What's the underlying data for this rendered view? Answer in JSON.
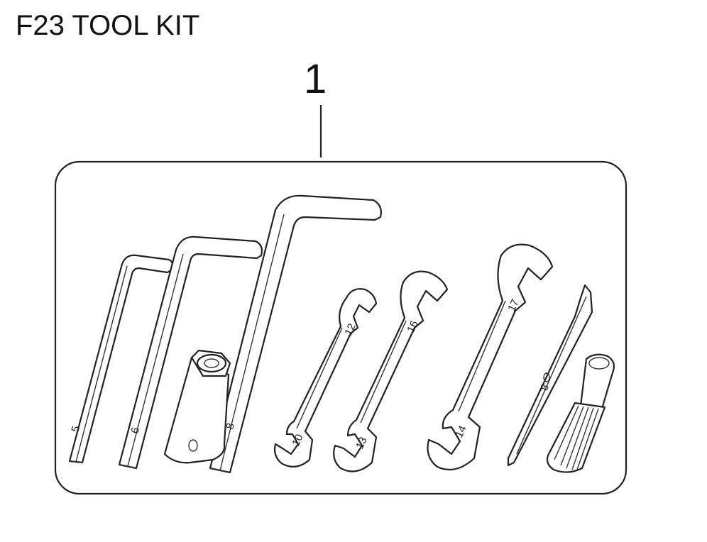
{
  "title": "F23 TOOL KIT",
  "callout": "1",
  "tool_labels": {
    "hex_small": "5",
    "hex_medium": "6",
    "hex_large": "8",
    "wrench_small_top": "12",
    "wrench_small_bottom": "10",
    "wrench_medium_top": "16",
    "wrench_medium_bottom": "13",
    "wrench_large_top": "17",
    "wrench_large_bottom": "14",
    "screwdriver_shaft": "8"
  }
}
